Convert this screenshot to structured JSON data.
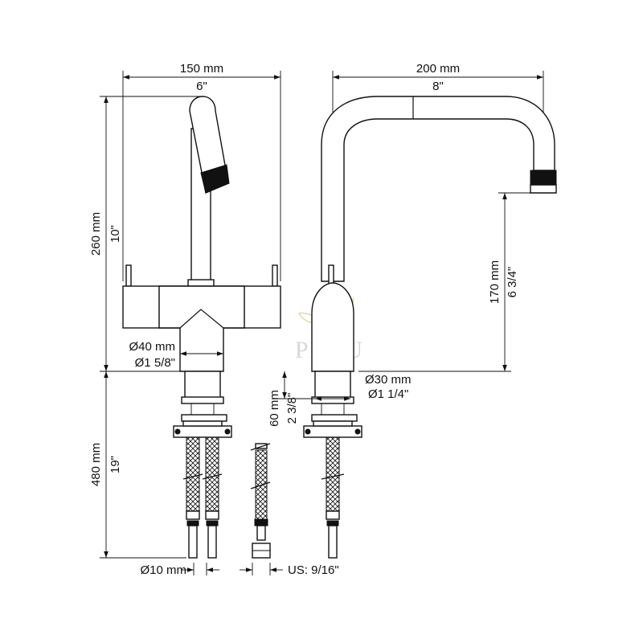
{
  "watermark": {
    "brand": "PEGU"
  },
  "dimensions": {
    "front_width_mm": "150 mm",
    "front_width_in": "6\"",
    "side_width_mm": "200 mm",
    "side_width_in": "8\"",
    "height_mm": "260 mm",
    "height_in": "10\"",
    "spout_clearance_mm": "170 mm",
    "spout_clearance_in": "6 3/4\"",
    "base_dia_mm": "Ø40 mm",
    "base_dia_in": "Ø1 5/8\"",
    "hole_dia_mm": "Ø30 mm",
    "hole_dia_in": "Ø1 1/4\"",
    "shank_mm": "60 mm",
    "shank_in": "2 3/8\"",
    "hose_length_mm": "480 mm",
    "hose_length_in": "19\"",
    "hose_dia": "Ø10 mm",
    "thread_us": "US: 9/16\""
  }
}
